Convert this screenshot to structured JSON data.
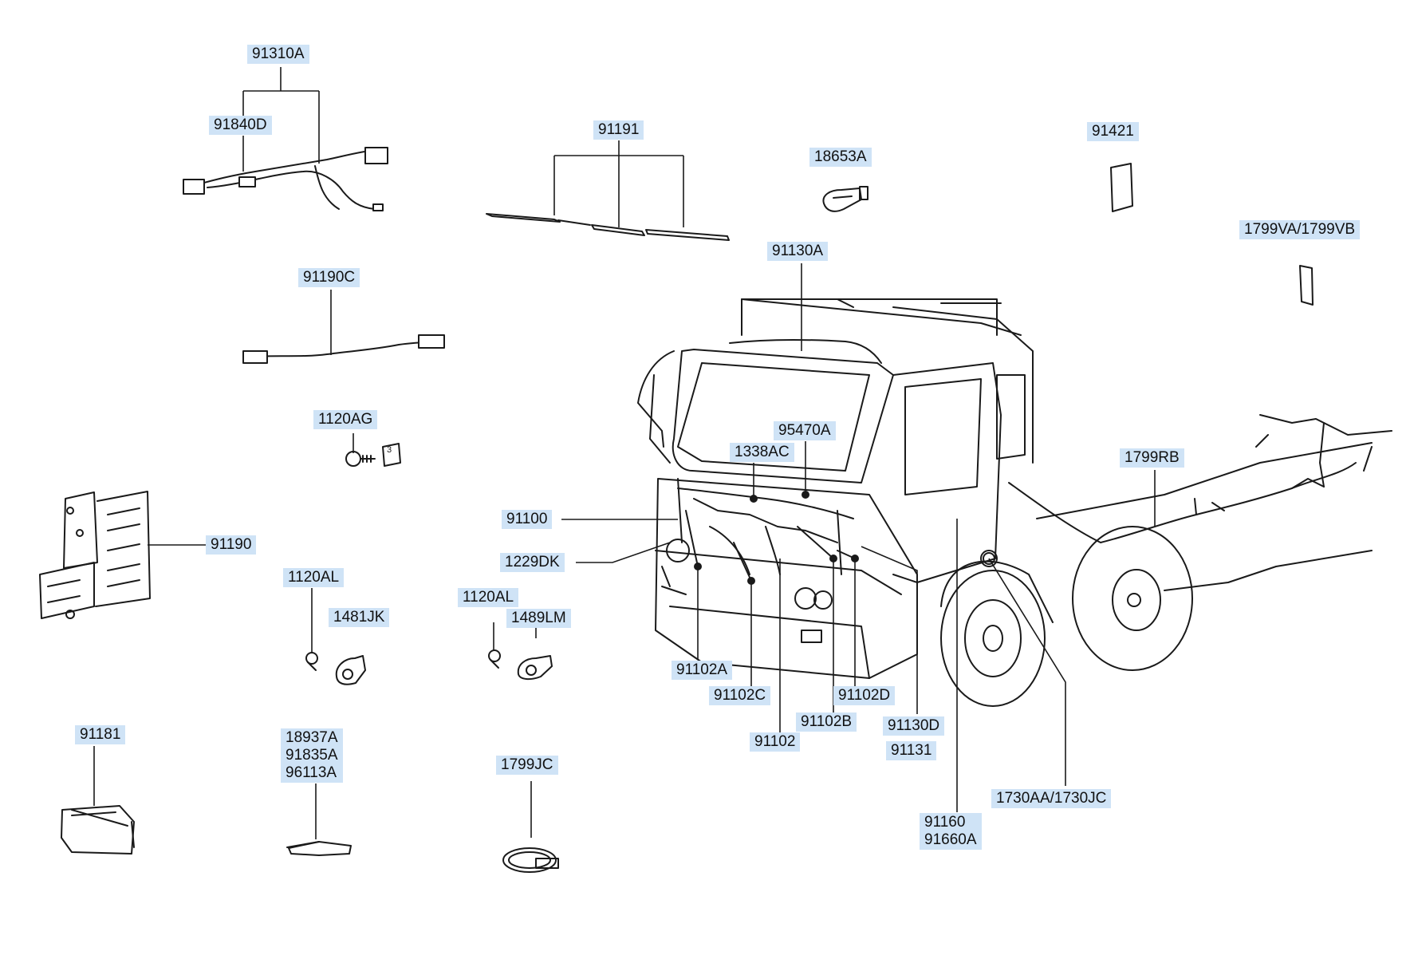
{
  "diagram": {
    "callouts": [
      {
        "id": "91310A",
        "lines": [
          "91310A"
        ]
      },
      {
        "id": "91840D",
        "lines": [
          "91840D"
        ]
      },
      {
        "id": "91191",
        "lines": [
          "91191"
        ]
      },
      {
        "id": "18653A",
        "lines": [
          "18653A"
        ]
      },
      {
        "id": "91421",
        "lines": [
          "91421"
        ]
      },
      {
        "id": "1799VA_1799VB",
        "lines": [
          "1799VA/1799VB"
        ]
      },
      {
        "id": "91130A",
        "lines": [
          "91130A"
        ]
      },
      {
        "id": "91190C",
        "lines": [
          "91190C"
        ]
      },
      {
        "id": "1120AG",
        "lines": [
          "1120AG"
        ]
      },
      {
        "id": "95470A",
        "lines": [
          "95470A"
        ]
      },
      {
        "id": "1338AC",
        "lines": [
          "1338AC"
        ]
      },
      {
        "id": "1799RB",
        "lines": [
          "1799RB"
        ]
      },
      {
        "id": "91100",
        "lines": [
          "91100"
        ]
      },
      {
        "id": "91190",
        "lines": [
          "91190"
        ]
      },
      {
        "id": "1229DK",
        "lines": [
          "1229DK"
        ]
      },
      {
        "id": "1120AL_a",
        "lines": [
          "1120AL"
        ]
      },
      {
        "id": "1481JK",
        "lines": [
          "1481JK"
        ]
      },
      {
        "id": "1120AL_b",
        "lines": [
          "1120AL"
        ]
      },
      {
        "id": "1489LM",
        "lines": [
          "1489LM"
        ]
      },
      {
        "id": "91102A",
        "lines": [
          "91102A"
        ]
      },
      {
        "id": "91102C",
        "lines": [
          "91102C"
        ]
      },
      {
        "id": "91102D",
        "lines": [
          "91102D"
        ]
      },
      {
        "id": "91102B",
        "lines": [
          "91102B"
        ]
      },
      {
        "id": "91130D",
        "lines": [
          "91130D"
        ]
      },
      {
        "id": "91102",
        "lines": [
          "91102"
        ]
      },
      {
        "id": "91131",
        "lines": [
          "91131"
        ]
      },
      {
        "id": "91181",
        "lines": [
          "91181"
        ]
      },
      {
        "id": "18937A_group",
        "lines": [
          "18937A",
          "91835A",
          "96113A"
        ]
      },
      {
        "id": "1799JC",
        "lines": [
          "1799JC"
        ]
      },
      {
        "id": "1730AA_1730JC",
        "lines": [
          "1730AA/1730JC"
        ]
      },
      {
        "id": "91160_group",
        "lines": [
          "91160",
          "91660A"
        ]
      }
    ],
    "bracket_tag": "3"
  }
}
